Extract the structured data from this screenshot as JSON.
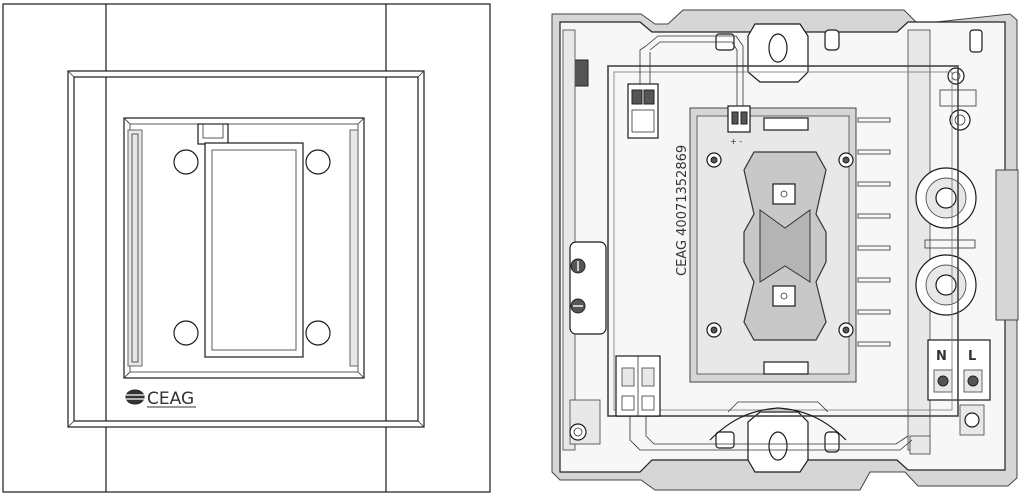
{
  "brand": {
    "logo_text": "CEAG",
    "serial_label": "CEAG 40071352869"
  },
  "terminals": {
    "polarity_label": "+ -",
    "neutral_label": "N",
    "line_label": "L"
  },
  "colors": {
    "line": "#1a1a1a",
    "housing_fill": "#d6d6d6",
    "transparent_cover": "#e8e8e8"
  }
}
